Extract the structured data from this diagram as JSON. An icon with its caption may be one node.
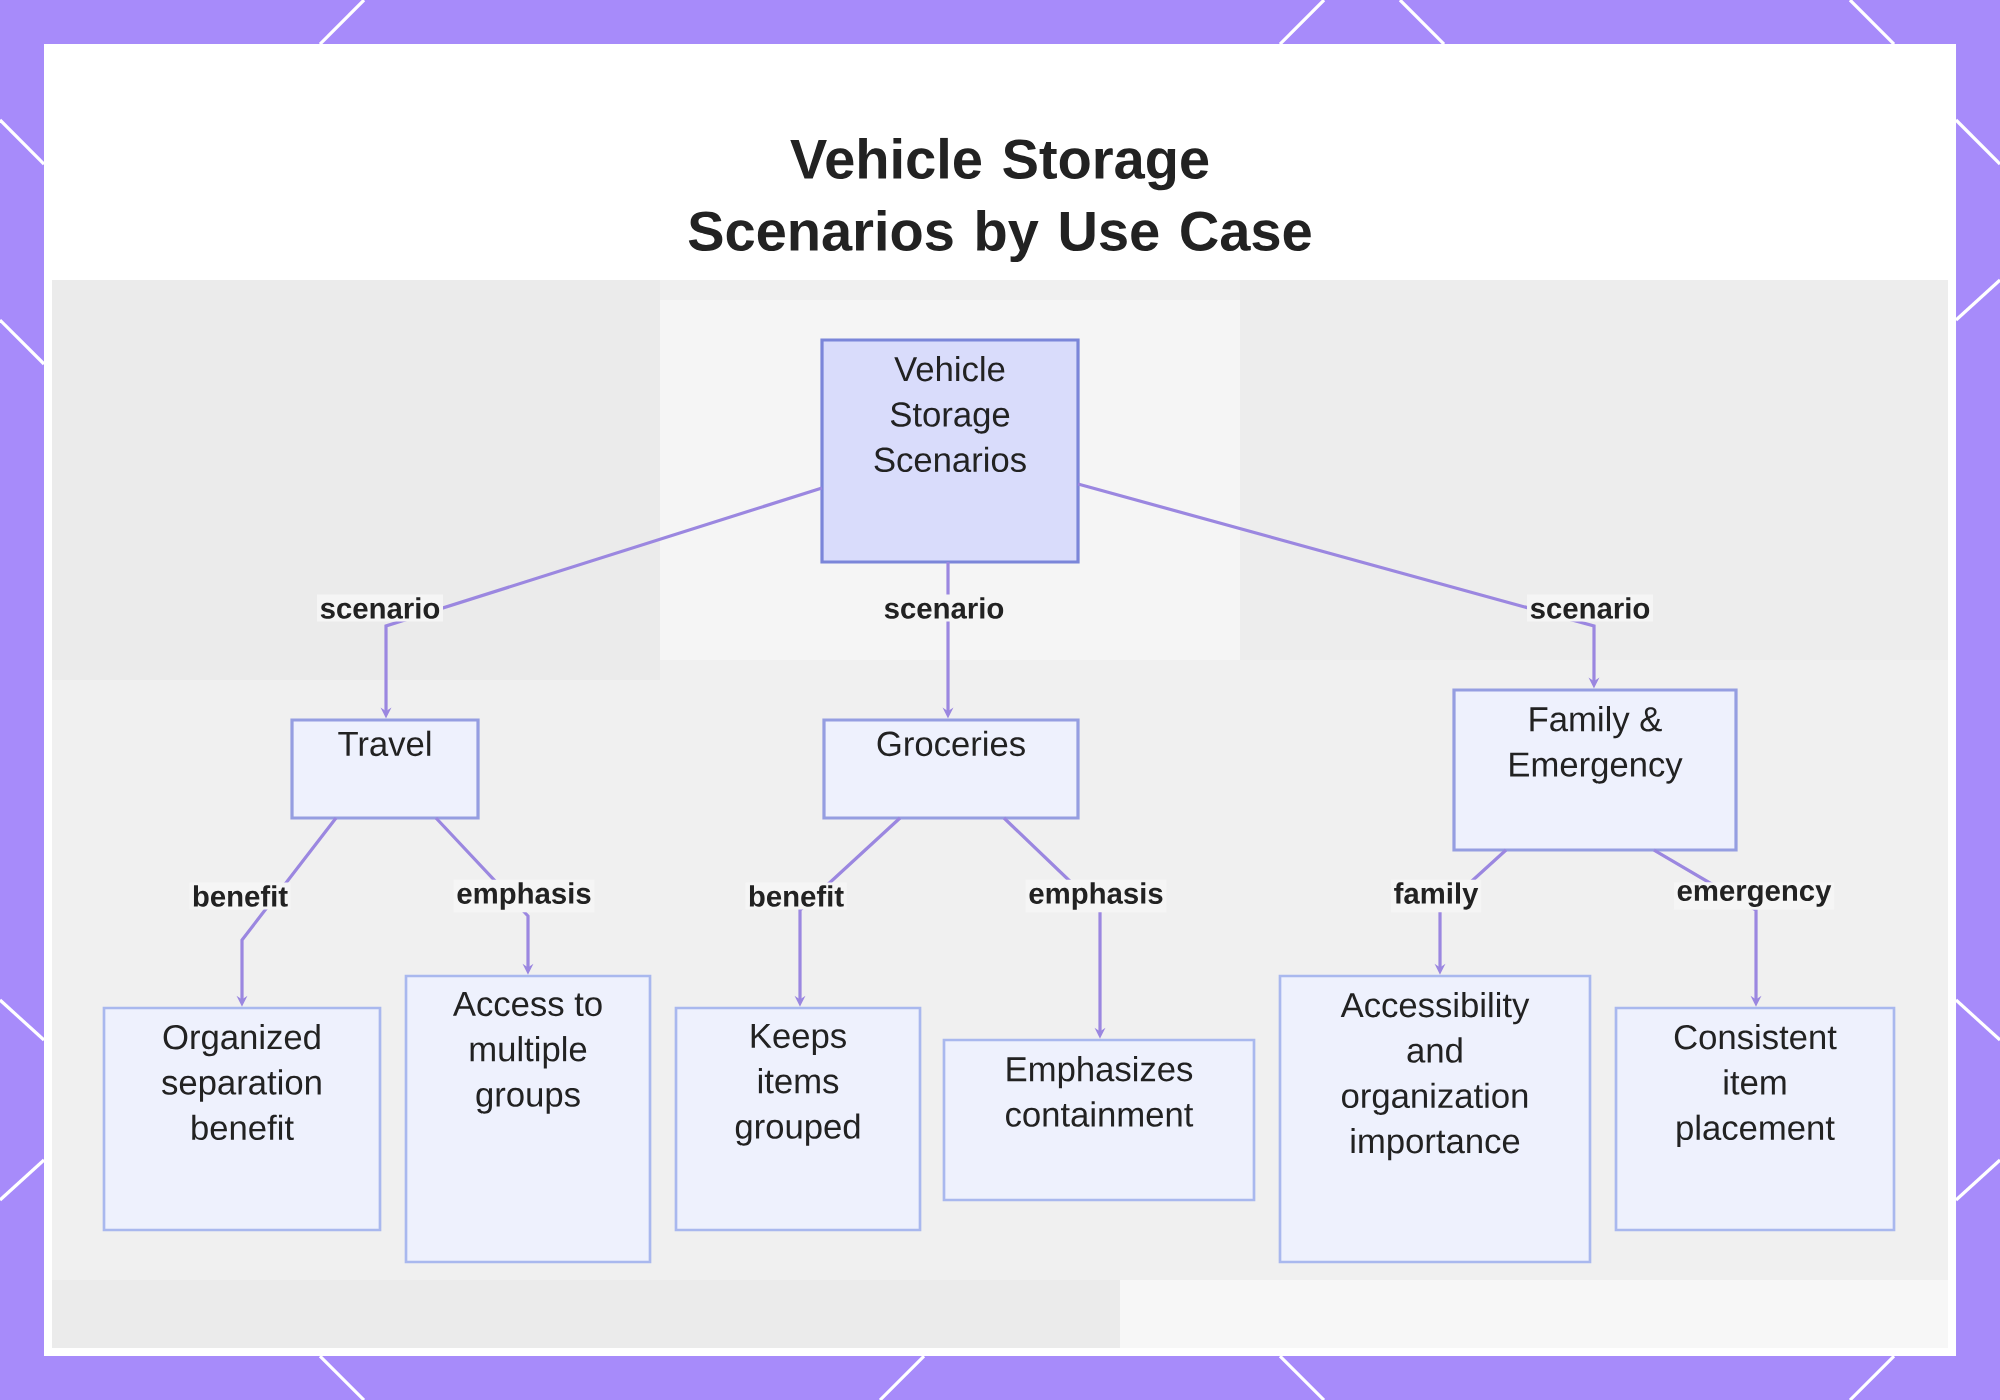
{
  "diagram": {
    "title": "Vehicle Storage Scenarios by Use Case",
    "nodes": [
      {
        "text": [
          "Vehicle Storage Scenarios"
        ]
      },
      {
        "text": [
          "Travel"
        ]
      },
      {
        "text": [
          "Groceries"
        ]
      },
      {
        "text": [
          "Family & Emergency"
        ]
      },
      {
        "text": [
          "Organized separation benefit"
        ]
      },
      {
        "text": [
          "Access to multiple groups"
        ]
      },
      {
        "text": [
          "Keeps items grouped"
        ]
      },
      {
        "text": [
          "Emphasizes containment"
        ]
      },
      {
        "text": [
          "Accessibility and organization importance"
        ]
      },
      {
        "text": [
          "Consistent item placement"
        ]
      }
    ],
    "edges": [
      {
        "from": 0,
        "to": 1,
        "arrow": "to",
        "label": "scenario"
      },
      {
        "from": 0,
        "to": 2,
        "arrow": "to",
        "label": "scenario"
      },
      {
        "from": 0,
        "to": 3,
        "arrow": "to",
        "label": "scenario"
      },
      {
        "from": 1,
        "to": 4,
        "arrow": "to",
        "label": "benefit"
      },
      {
        "from": 1,
        "to": 5,
        "arrow": "to",
        "label": "emphasis"
      },
      {
        "from": 2,
        "to": 6,
        "arrow": "to",
        "label": "benefit"
      },
      {
        "from": 2,
        "to": 7,
        "arrow": "to",
        "label": "emphasis"
      },
      {
        "from": 3,
        "to": 8,
        "arrow": "to",
        "label": "family"
      },
      {
        "from": 3,
        "to": 9,
        "arrow": "to",
        "label": "emergency"
      }
    ]
  }
}
